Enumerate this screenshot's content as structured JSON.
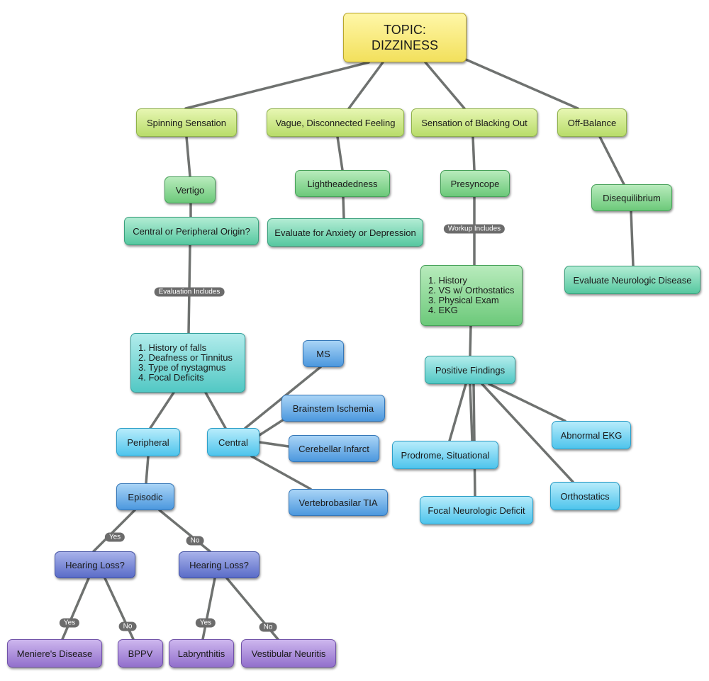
{
  "colors": {
    "edge": "#6f7270"
  },
  "nodes": {
    "topic": "TOPIC:\nDIZZINESS",
    "spinning": "Spinning Sensation",
    "vague": "Vague, Disconnected Feeling",
    "blacking": "Sensation of Blacking Out",
    "offbalance": "Off-Balance",
    "vertigo": "Vertigo",
    "lightheaded": "Lightheadedness",
    "presyncope": "Presyncope",
    "disequilibrium": "Disequilibrium",
    "central_or_peripheral": "Central or Peripheral Origin?",
    "anxiety": "Evaluate for Anxiety or Depression",
    "neurologic": "Evaluate Neurologic Disease",
    "vertigo_eval": [
      "1. History of falls",
      "2. Deafness or Tinnitus",
      "3. Type of nystagmus",
      "4. Focal Deficits"
    ],
    "presyncope_workup": [
      "1. History",
      "2. VS w/ Orthostatics",
      "3. Physical Exam",
      "4. EKG"
    ],
    "positive_findings": "Positive Findings",
    "ms": "MS",
    "brainstem": "Brainstem Ischemia",
    "cerebellar": "Cerebellar Infarct",
    "vertebrobasilar": "Vertebrobasilar TIA",
    "peripheral": "Peripheral",
    "central": "Central",
    "episodic": "Episodic",
    "hearing_loss_yes": "Hearing Loss?",
    "hearing_loss_no": "Hearing Loss?",
    "meniere": "Meniere's Disease",
    "bppv": "BPPV",
    "labyrinthitis": "Labrynthitis",
    "vestibular_neuritis": "Vestibular Neuritis",
    "prodrome": "Prodrome, Situational",
    "focal_deficit": "Focal Neurologic Deficit",
    "abnormal_ekg": "Abnormal EKG",
    "orthostatics": "Orthostatics"
  },
  "edge_labels": {
    "evaluation_includes": "Evaluation Includes",
    "workup_includes": "Workup Includes",
    "episodic_yes": "Yes",
    "episodic_no": "No",
    "hl1_yes": "Yes",
    "hl1_no": "No",
    "hl2_yes": "Yes",
    "hl2_no": "No"
  }
}
